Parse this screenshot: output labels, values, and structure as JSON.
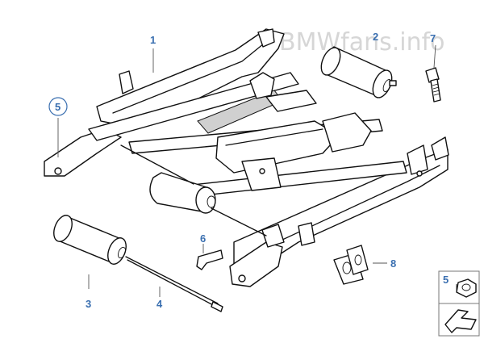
{
  "watermark": "BMWfans.info",
  "accent_color": "#3a6fb0",
  "labels": {
    "p1": "1",
    "p2": "2",
    "p3": "3",
    "p4": "4",
    "p5_circled": "5",
    "p6": "6",
    "p7": "7",
    "p8": "8",
    "legend_5": "5"
  },
  "legend_icons": [
    "hex-nut-icon",
    "arrow-sign-icon"
  ]
}
